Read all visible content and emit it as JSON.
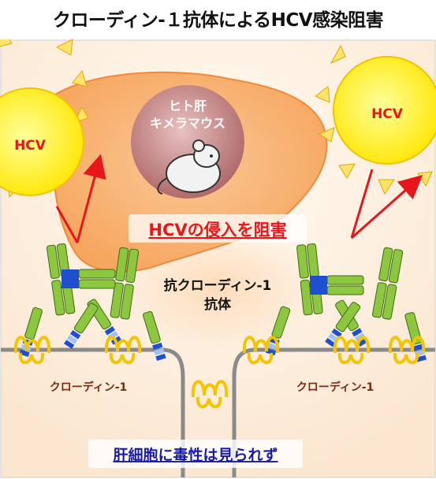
{
  "title": "クローディン-１抗体によるHCV感染阻害",
  "virus_label_left": "HCV",
  "virus_label_right": "HCV",
  "mouse_label_line1": "ヒト肝",
  "mouse_label_line2": "キメラマウス",
  "inhibit_label": "HCVの侵入を阻害",
  "antibody_label_line1": "抗クローディン-1",
  "antibody_label_line2": "抗体",
  "claudin_label_left": "クローディン-1",
  "claudin_label_right": "クローディン-1",
  "no_toxicity_label": "肝細胞に毒性は見られず",
  "colors": {
    "virus": "#fff200",
    "liver": "#f8b87a",
    "antibody_green": "#8dc63f",
    "antibody_blue": "#1f4fd1",
    "receptor": "#f5c400",
    "arrow": "#e8161b",
    "title_red": "#e8161b",
    "label_blue": "#1a1aa8"
  }
}
